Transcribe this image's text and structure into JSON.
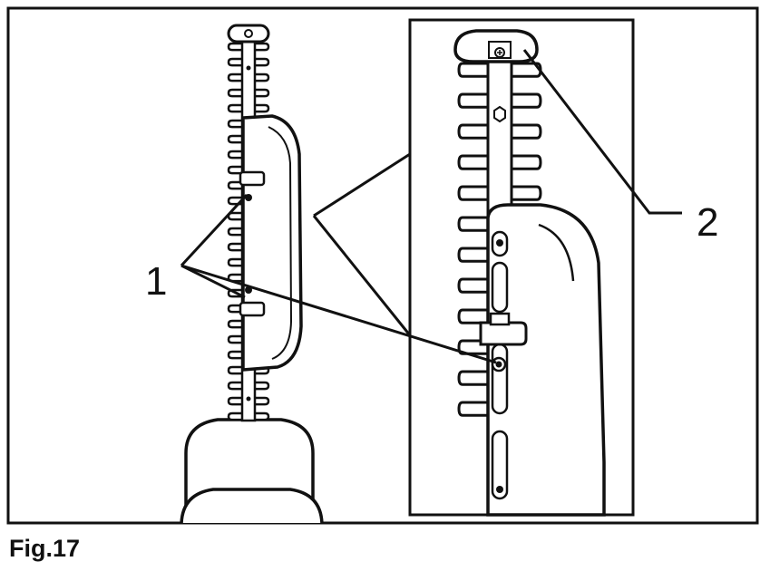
{
  "figure": {
    "caption": "Fig.17",
    "callouts": [
      {
        "id": "1",
        "label": "1"
      },
      {
        "id": "2",
        "label": "2"
      }
    ]
  },
  "colors": {
    "ink": "#111111",
    "paper": "#ffffff"
  }
}
